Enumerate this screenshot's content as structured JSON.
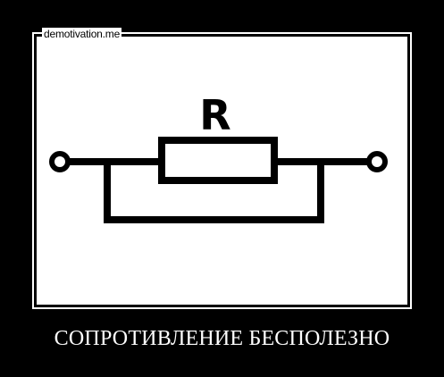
{
  "watermark": "demotivation.me",
  "diagram": {
    "resistor_label": "R"
  },
  "caption": "СОПРОТИВЛЕНИЕ БЕСПОЛЕЗНО",
  "colors": {
    "background": "#000000",
    "picture": "#ffffff",
    "ink": "#000000",
    "caption": "#ffffff"
  }
}
